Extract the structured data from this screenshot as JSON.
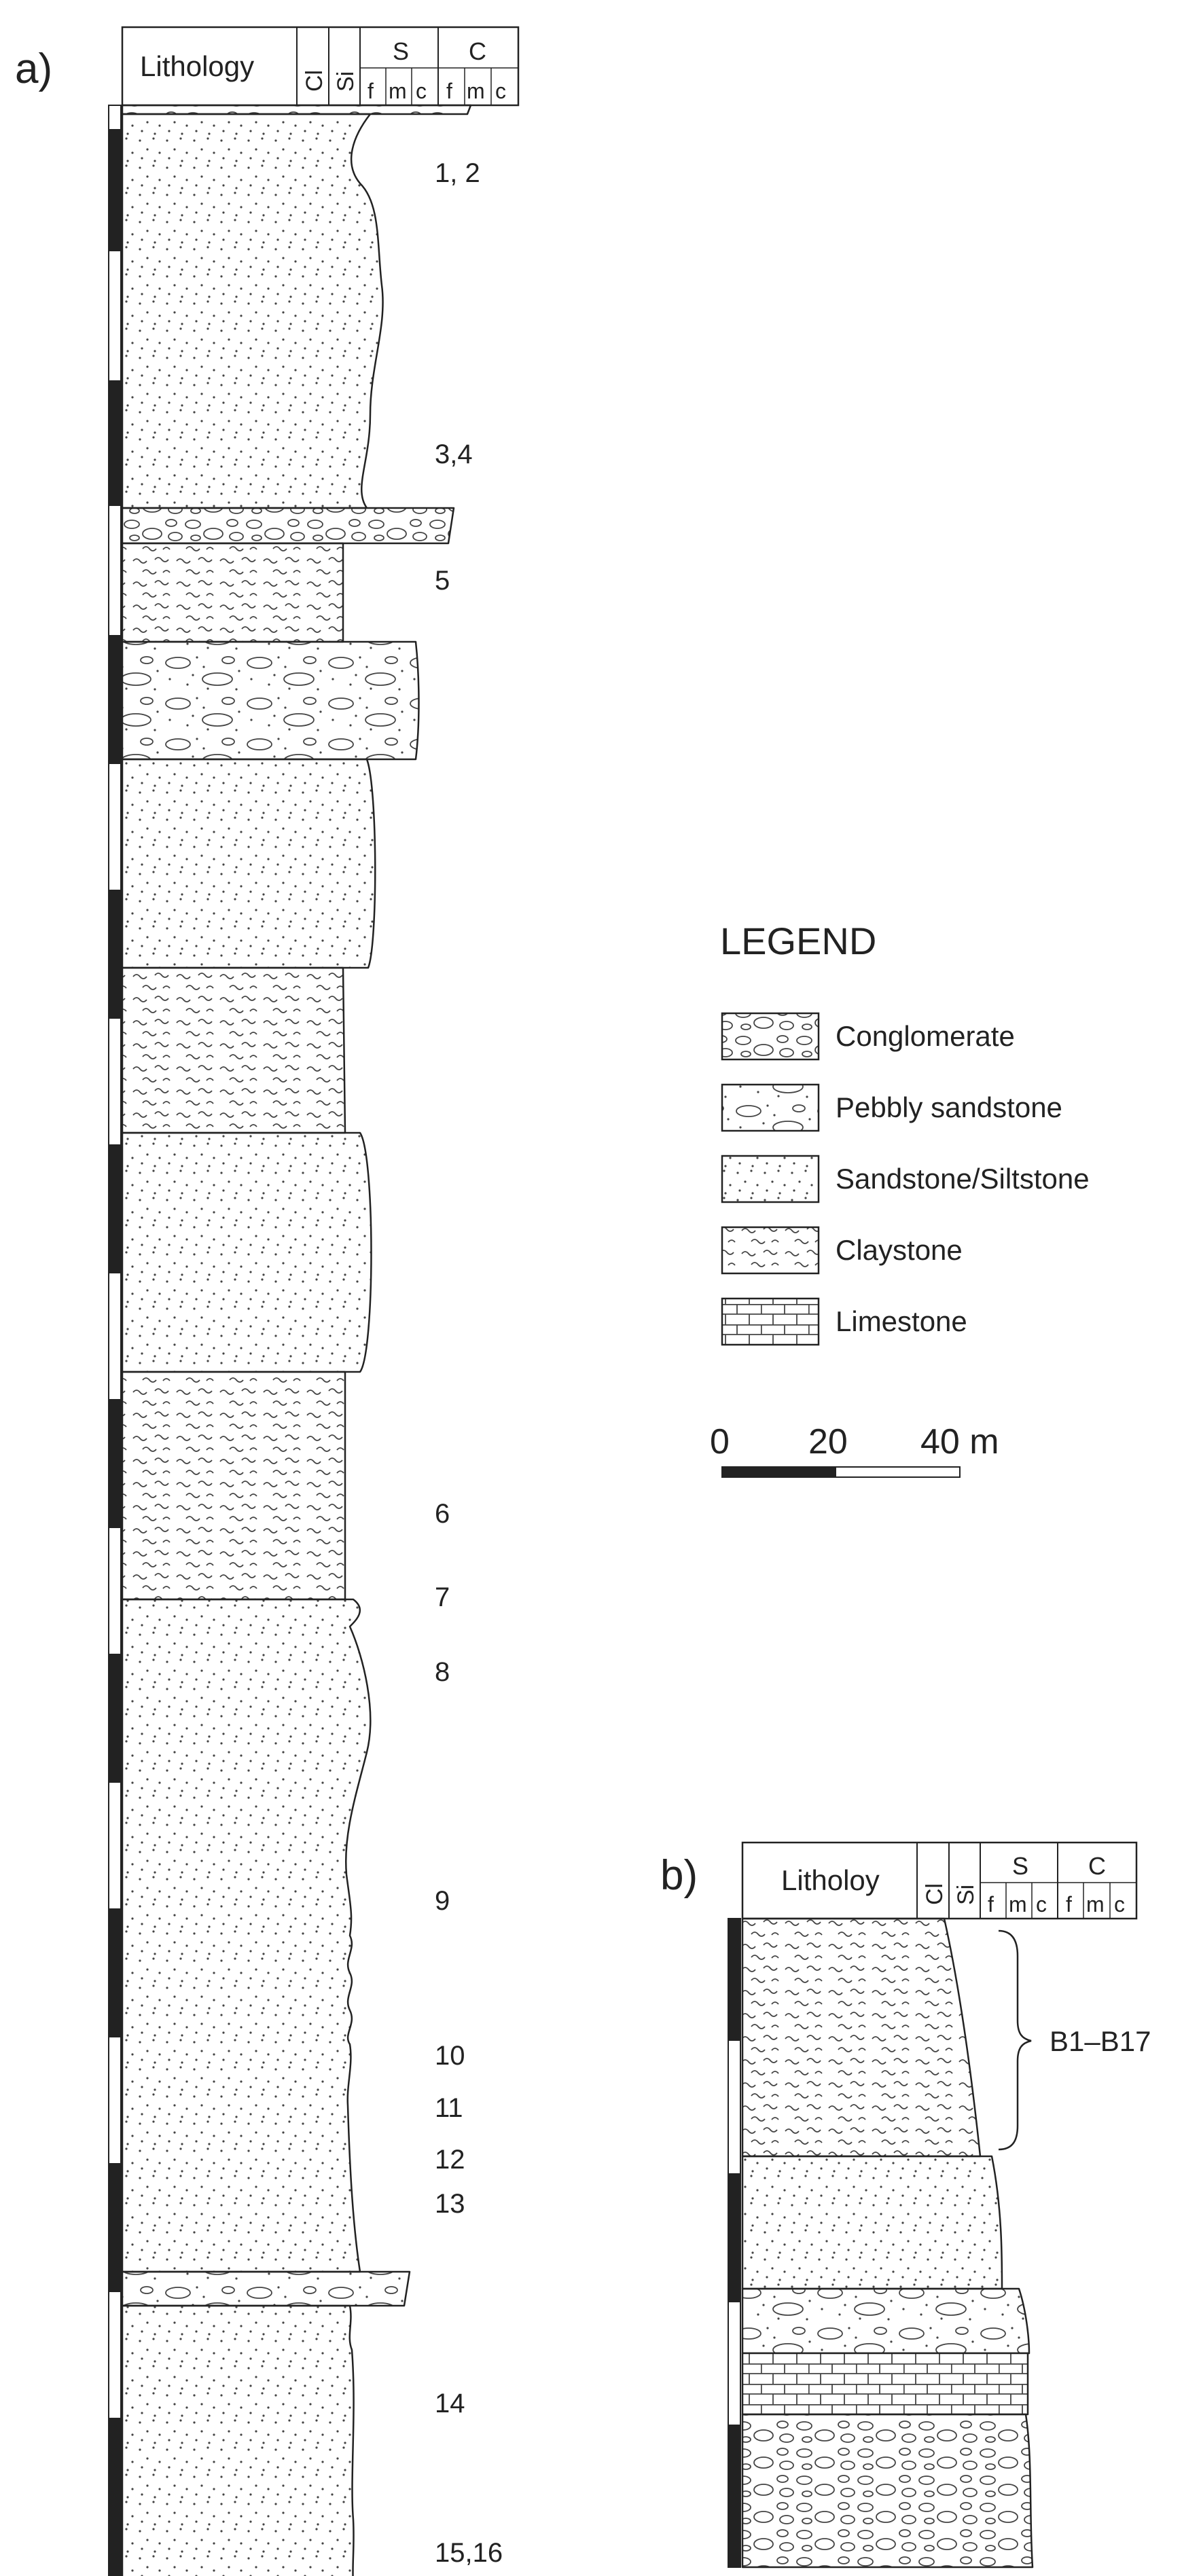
{
  "panel_a": {
    "label": "a)",
    "header": {
      "title": "Lithology",
      "col_cl": "Cl",
      "col_si": "Si",
      "group_s": "S",
      "group_c": "C",
      "s_sub": [
        "f",
        "m",
        "c"
      ],
      "c_sub": [
        "f",
        "m",
        "c"
      ]
    },
    "samples": [
      "1, 2",
      "3,4",
      "5",
      "6",
      "7",
      "8",
      "9",
      "10",
      "11",
      "12",
      "13",
      "14",
      "15,16"
    ],
    "units": [
      {
        "lithology": "conglomerate"
      },
      {
        "lithology": "sandstone"
      },
      {
        "lithology": "conglomerate"
      },
      {
        "lithology": "claystone"
      },
      {
        "lithology": "pebbly sandstone"
      },
      {
        "lithology": "sandstone"
      },
      {
        "lithology": "claystone"
      },
      {
        "lithology": "sandstone"
      },
      {
        "lithology": "claystone"
      },
      {
        "lithology": "sandstone"
      },
      {
        "lithology": "pebbly sandstone"
      },
      {
        "lithology": "sandstone"
      }
    ]
  },
  "legend": {
    "title": "LEGEND",
    "items": [
      {
        "label": "Conglomerate",
        "pattern": "conglomerate"
      },
      {
        "label": "Pebbly sandstone",
        "pattern": "pebbly sandstone"
      },
      {
        "label": "Sandstone/Siltstone",
        "pattern": "sandstone"
      },
      {
        "label": "Claystone",
        "pattern": "claystone"
      },
      {
        "label": "Limestone",
        "pattern": "limestone"
      }
    ],
    "scale": {
      "labels": [
        "0",
        "20",
        "40 m"
      ]
    }
  },
  "panel_b": {
    "label": "b)",
    "header": {
      "title": "Litholoy",
      "col_cl": "Cl",
      "col_si": "Si",
      "group_s": "S",
      "group_c": "C",
      "s_sub": [
        "f",
        "m",
        "c"
      ],
      "c_sub": [
        "f",
        "m",
        "c"
      ]
    },
    "sample_range": "B1–B17",
    "units": [
      {
        "lithology": "claystone"
      },
      {
        "lithology": "sandstone"
      },
      {
        "lithology": "pebbly sandstone"
      },
      {
        "lithology": "limestone"
      },
      {
        "lithology": "conglomerate"
      }
    ]
  }
}
